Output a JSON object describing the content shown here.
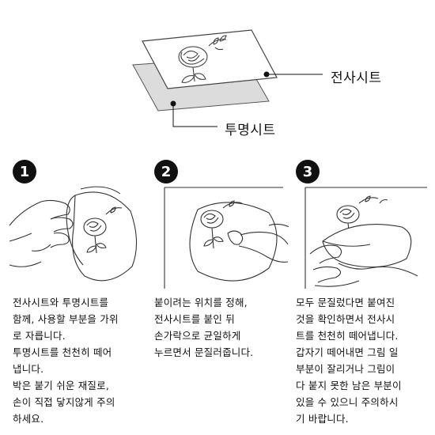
{
  "top_diagram": {
    "transfer_sheet_label": "전사시트",
    "clear_sheet_label": "투명시트"
  },
  "steps": [
    {
      "number": "1",
      "text": "전사시트와 투명시트를\n함께, 사용할 부분을 가위\n로 자릅니다.\n투명시트를 천천히 떼어\n냅니다.\n박은 붙기 쉬운 재질로,\n손이 직접 닿지않게 주의\n하세요."
    },
    {
      "number": "2",
      "text": "붙이려는 위치를 정해,\n전사시트를 붙인 뒤\n손가락으로 균일하게\n누르면서 문질러줍니다."
    },
    {
      "number": "3",
      "text": "모두 문질렀다면 붙여진\n것을 확인하면서 전사시\n트를 천천히 떼어냅니다.\n갑자기 떼어내면 그림 일\n부분이 잘리거나 그림이\n다 붙지 못한 남은 부분이\n있을 수 있으니 주의하시\n기 바랍니다."
    }
  ]
}
